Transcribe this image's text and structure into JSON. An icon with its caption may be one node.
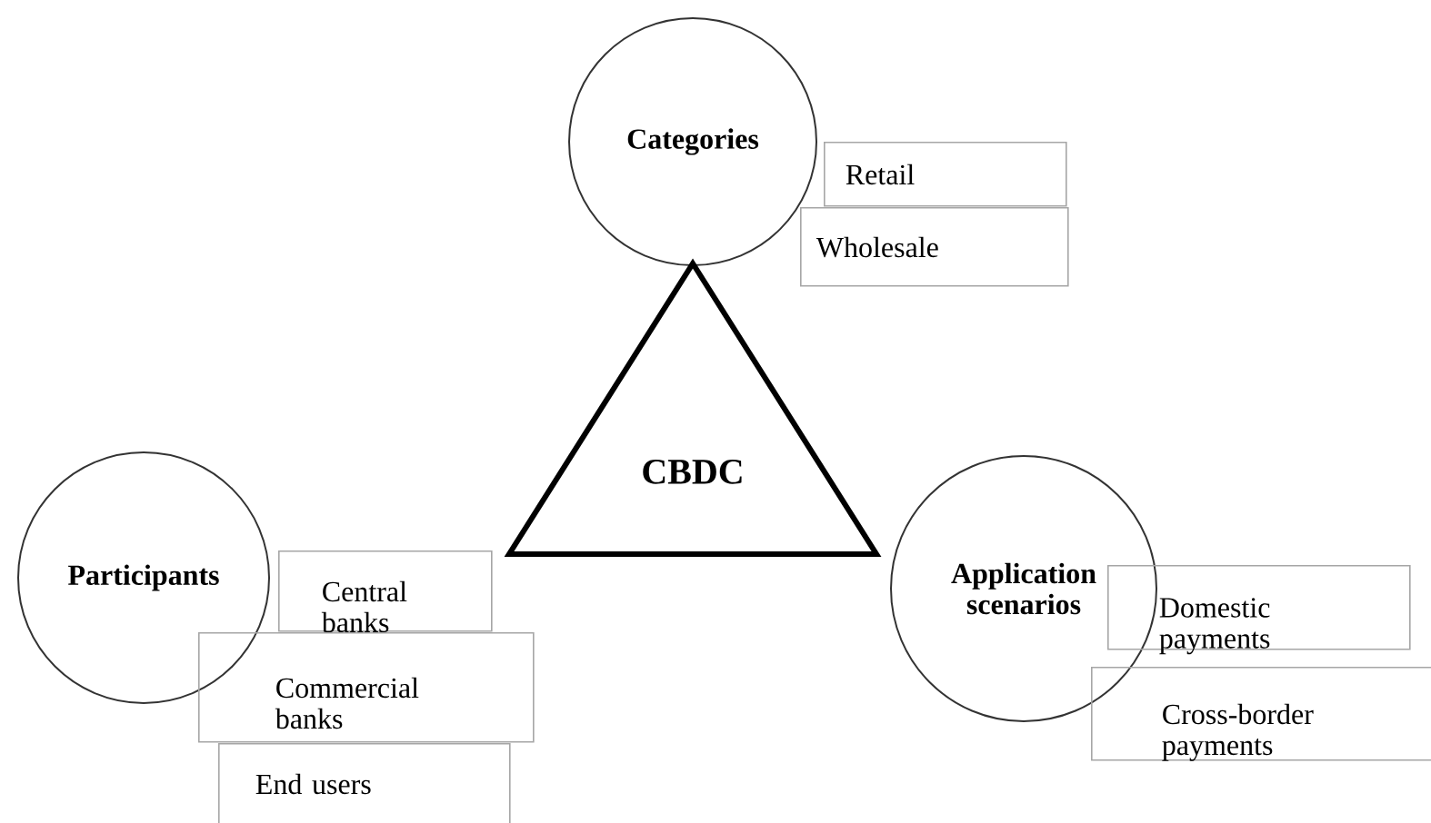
{
  "diagram": {
    "nodes": [
      {
        "text": [
          "Categories"
        ]
      },
      {
        "text": [
          "Retail"
        ]
      },
      {
        "text": [
          "Wholesale"
        ]
      },
      {
        "text": [
          "CBDC"
        ]
      },
      {
        "text": [
          "Participants"
        ]
      },
      {
        "text": [
          "Central banks"
        ]
      },
      {
        "text": [
          "Commercial banks"
        ]
      },
      {
        "text": [
          "End users"
        ]
      },
      {
        "text": [
          "Application scenarios"
        ]
      },
      {
        "text": [
          "Domestic payments"
        ]
      },
      {
        "text": [
          "Cross-border payments"
        ]
      }
    ]
  }
}
